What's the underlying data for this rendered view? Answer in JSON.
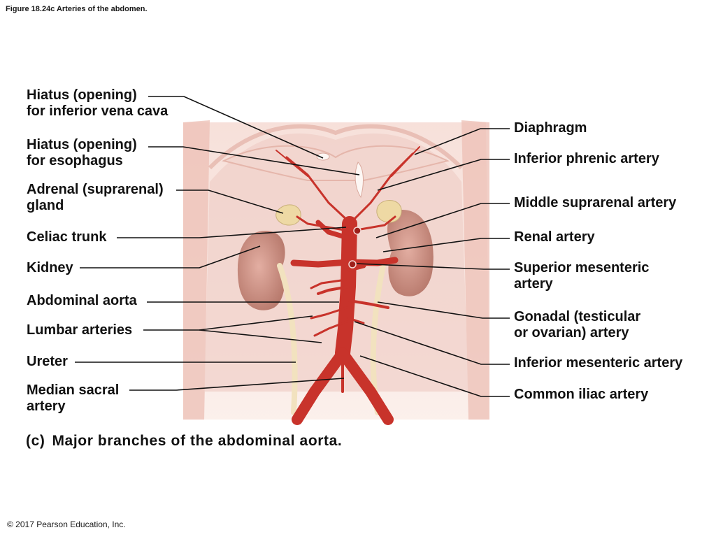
{
  "figure_title": "Figure 18.24c Arteries of the abdomen.",
  "copyright": "© 2017 Pearson Education, Inc.",
  "caption": {
    "tag": "(c)",
    "text": "Major branches of the abdominal aorta."
  },
  "labels_left": {
    "hiatus_ivc": [
      "Hiatus (opening)",
      "for inferior vena cava"
    ],
    "hiatus_esophagus": [
      "Hiatus (opening)",
      "for esophagus"
    ],
    "adrenal_gland": [
      "Adrenal (suprarenal)",
      "gland"
    ],
    "celiac_trunk": "Celiac trunk",
    "kidney": "Kidney",
    "abdominal_aorta": "Abdominal aorta",
    "lumbar_arteries": "Lumbar arteries",
    "ureter": "Ureter",
    "median_sacral_artery": [
      "Median sacral",
      "artery"
    ]
  },
  "labels_right": {
    "diaphragm": "Diaphragm",
    "inferior_phrenic_artery": "Inferior phrenic artery",
    "middle_suprarenal_artery": "Middle suprarenal artery",
    "renal_artery": "Renal artery",
    "superior_mesenteric_artery": [
      "Superior mesenteric",
      "artery"
    ],
    "gonadal_artery": [
      "Gonadal (testicular",
      "or ovarian) artery"
    ],
    "inferior_mesenteric_artery": "Inferior mesenteric artery",
    "common_iliac_artery": "Common iliac artery"
  },
  "colors": {
    "artery": "#c8332b",
    "artery_dark": "#9e1f1a",
    "muscle": "#e9b3a8",
    "muscle_light": "#f3d3cb",
    "kidney": "#c98c80",
    "ureter": "#f2e2bf",
    "adrenal": "#eed9a4",
    "leader_line": "#111111"
  }
}
